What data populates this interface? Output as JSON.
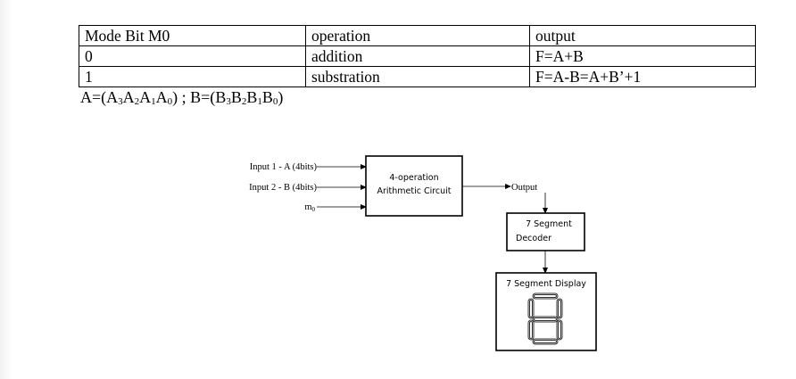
{
  "table": {
    "headers": [
      "Mode Bit M0",
      "operation",
      "output"
    ],
    "rows": [
      [
        "0",
        "addition",
        "F=A+B"
      ],
      [
        "1",
        "substration",
        "F=A-B=A+B’+1"
      ]
    ]
  },
  "formula": {
    "prefix_a": "A=(",
    "a_terms": [
      [
        "A",
        "3"
      ],
      [
        "A",
        "2"
      ],
      [
        "A",
        "1"
      ],
      [
        "A",
        "0"
      ]
    ],
    "middle": ") ; B=(",
    "b_terms": [
      [
        "B",
        "3"
      ],
      [
        "B",
        "2"
      ],
      [
        "B",
        "1"
      ],
      [
        "B",
        "0"
      ]
    ],
    "suffix": ")"
  },
  "diagram": {
    "inputs": {
      "input1": "Input 1 - A (4bits)",
      "input2": "Input 2 - B (4bits)",
      "mode_base": "m",
      "mode_sub": "0"
    },
    "arith_block": {
      "line1": "4-operation",
      "line2": "Arithmetic Circuit"
    },
    "output_label": "Output",
    "decoder_block": {
      "line1": "7 Segment",
      "line2": "Decoder"
    },
    "display_block": {
      "title": "7 Segment Display"
    }
  }
}
